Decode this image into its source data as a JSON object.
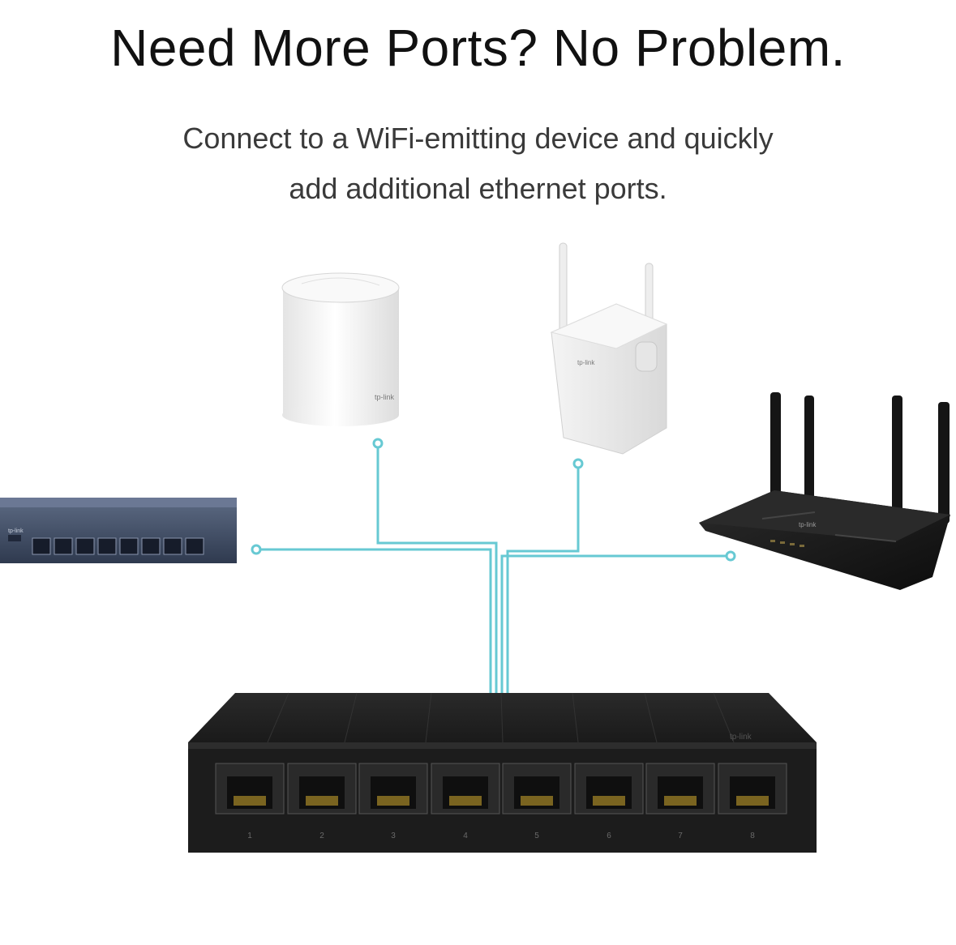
{
  "headline": "Need More Ports? No Problem.",
  "subheadline": {
    "line1": "Connect to a WiFi-emitting device and quickly",
    "line2": "add additional ethernet ports."
  },
  "colors": {
    "background": "#ffffff",
    "connector_line": "#67c9d3",
    "switch_body": "#1f1f1f",
    "device_white": "#f3f3f3"
  },
  "devices": [
    {
      "kind": "mesh-unit-icon"
    },
    {
      "kind": "range-extender-icon"
    },
    {
      "kind": "gaming-router-icon"
    },
    {
      "kind": "metal-desktop-switch-icon"
    },
    {
      "kind": "8-port-desktop-switch-icon"
    }
  ],
  "port_numbers": [
    "1",
    "2",
    "3",
    "4",
    "5",
    "6",
    "7",
    "8"
  ]
}
